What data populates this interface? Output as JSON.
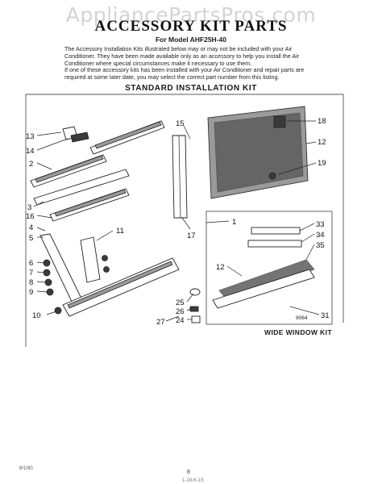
{
  "watermark": "AppliancePartsPros.com",
  "header": {
    "title": "ACCESSORY KIT PARTS",
    "model": "For Model AHF25H-40"
  },
  "intro": {
    "paragraph1": "The Accessory Installation Kits illustrated below may or may not be included with your Air Conditioner. They have been made available only as an accessory to help you install the Air Conditioner where special circumstances make it necessary to use them.",
    "paragraph2": "If one of these accessory kits has been installed with your Air Conditioner and repair parts are required at some later date, you may select the correct part number from this listing."
  },
  "diagram": {
    "standard_kit_title": "STANDARD INSTALLATION KIT",
    "wide_kit_title": "WIDE WINDOW KIT",
    "figure_code": "9064",
    "callouts": [
      "13",
      "14",
      "2",
      "3",
      "16",
      "4",
      "5",
      "6",
      "7",
      "8",
      "9",
      "10",
      "11",
      "15",
      "17",
      "18",
      "12",
      "19",
      "1",
      "33",
      "34",
      "35",
      "12",
      "31",
      "25",
      "26",
      "24",
      "27"
    ]
  },
  "footer": {
    "left_code": "6/1/80",
    "page_number": "8",
    "bottom_code": "1-19-K-15"
  }
}
